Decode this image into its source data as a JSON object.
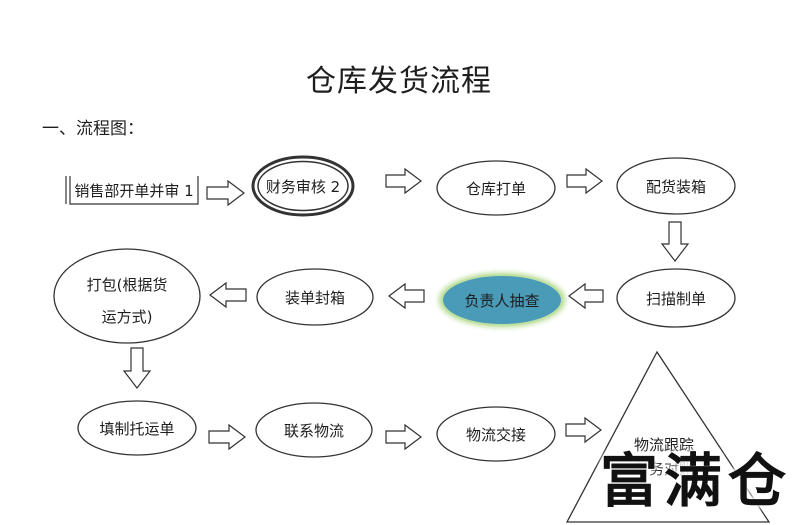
{
  "title": "仓库发货流程",
  "section_heading": "一、流程图：",
  "nodes": {
    "sales_order": "销售部开单并审 1",
    "finance_review": "财务审核 2",
    "warehouse_print": "仓库打单",
    "pick_box": "配货装箱",
    "scan_order": "扫描制单",
    "supervisor_check": "负责人抽查",
    "pack_seal": "装单封箱",
    "package_line1": "打包(根据货",
    "package_line2": "运方式)",
    "fill_waybill": "填制托运单",
    "contact_logistics": "联系物流",
    "logistics_handover": "物流交接",
    "logistics_tracking_line1": "物流跟踪",
    "logistics_tracking_line2": "财务对账"
  },
  "colors": {
    "highlight_fill": "#4a9bb8",
    "highlight_stroke": "#c5e3a8",
    "stroke": "#333333"
  },
  "watermark": "富满仓"
}
